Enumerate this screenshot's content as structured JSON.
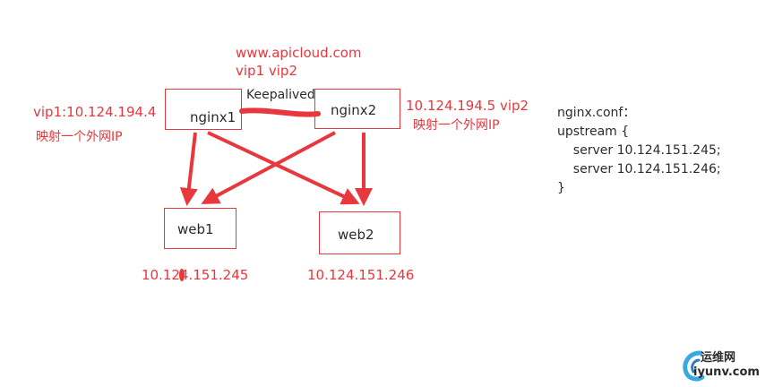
{
  "header": {
    "domain": "www.apicloud.com",
    "vips": "vip1  vip2"
  },
  "left_vip": {
    "label": "vip1:10.124.194.4",
    "note": "映射一个外网IP"
  },
  "right_vip": {
    "label": "10.124.194.5 vip2",
    "note": "映射一个外网IP"
  },
  "nodes": {
    "nginx1": "nginx1",
    "nginx2": "nginx2",
    "web1": "web1",
    "web2": "web2"
  },
  "keepalived": "Keepalived",
  "web_ips": {
    "web1": "10.124.151.245",
    "web2": "10.124.151.246"
  },
  "config": {
    "lines": [
      "nginx.conf：",
      "upstream {",
      "    server 10.124.151.245;",
      "    server 10.124.151.246;",
      "}"
    ]
  },
  "watermark": {
    "title": "运维网",
    "url": "iyunv.com"
  },
  "colors": {
    "accent": "#e8373d",
    "text": "#2b2b2b"
  }
}
